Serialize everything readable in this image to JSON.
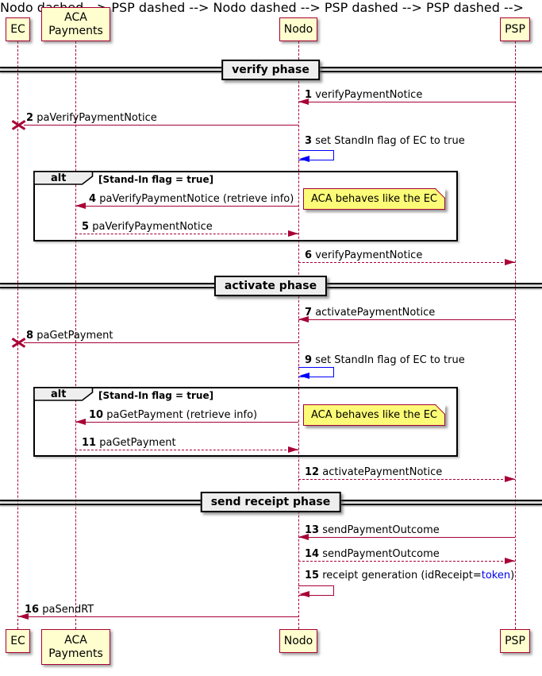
{
  "participants": [
    {
      "label": "EC"
    },
    {
      "label": "ACA Payments"
    },
    {
      "label": "Nodo"
    },
    {
      "label": "PSP"
    }
  ],
  "dividers": [
    {
      "label": "verify phase"
    },
    {
      "label": "activate phase"
    },
    {
      "label": "send receipt phase"
    }
  ],
  "frames": [
    {
      "keyword": "alt",
      "guard": "[Stand-In flag = true]"
    },
    {
      "keyword": "alt",
      "guard": "[Stand-In flag = true]"
    }
  ],
  "notes": [
    {
      "text": "ACA behaves like the EC"
    },
    {
      "text": "ACA behaves like the EC"
    }
  ],
  "messages": [
    {
      "num": "1",
      "text": "verifyPaymentNotice"
    },
    {
      "num": "2",
      "text": "paVerifyPaymentNotice"
    },
    {
      "num": "3",
      "text": "set StandIn flag of EC to true"
    },
    {
      "num": "4",
      "text": "paVerifyPaymentNotice (retrieve info)"
    },
    {
      "num": "5",
      "text": "paVerifyPaymentNotice"
    },
    {
      "num": "6",
      "text": "verifyPaymentNotice"
    },
    {
      "num": "7",
      "text": "activatePaymentNotice"
    },
    {
      "num": "8",
      "text": "paGetPayment"
    },
    {
      "num": "9",
      "text": "set StandIn flag of EC to true"
    },
    {
      "num": "10",
      "text": "paGetPayment (retrieve info)"
    },
    {
      "num": "11",
      "text": "paGetPayment"
    },
    {
      "num": "12",
      "text": "activatePaymentNotice"
    },
    {
      "num": "13",
      "text": "sendPaymentOutcome"
    },
    {
      "num": "14",
      "text": "sendPaymentOutcome"
    },
    {
      "num": "15",
      "prefix": "receipt generation (idReceipt=",
      "token": "token",
      "suffix": ")"
    },
    {
      "num": "16",
      "text": "paSendRT"
    }
  ],
  "colors": {
    "line_red": "#A80036",
    "participant_fill": "#FEFECE",
    "note_fill": "#FBFB77",
    "self_arrow_blue": "#0000FF",
    "token_link_blue": "#0000EE",
    "frame_label_fill": "#EEEEEE",
    "divider_fill": "#EEEEEE"
  }
}
